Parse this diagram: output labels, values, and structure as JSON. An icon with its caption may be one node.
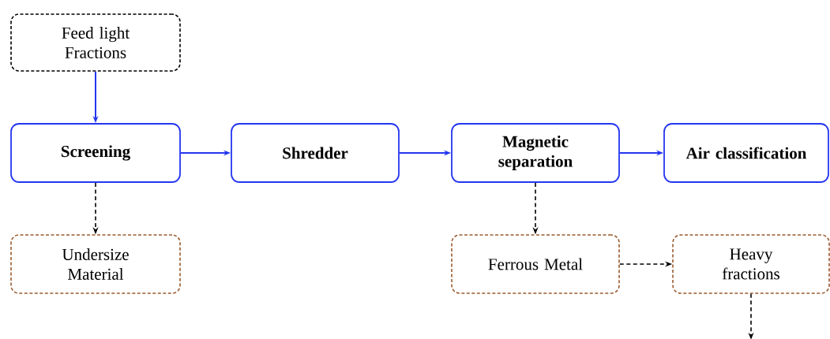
{
  "diagram": {
    "nodes": [
      {
        "text": [
          "Feed light Fractions"
        ]
      },
      {
        "text": [
          "Screening"
        ]
      },
      {
        "text": [
          "Shredder"
        ]
      },
      {
        "text": [
          "Magnetic separation"
        ]
      },
      {
        "text": [
          "Air classification"
        ]
      },
      {
        "text": [
          "Undersize Material"
        ]
      },
      {
        "text": [
          "Ferrous Metal"
        ]
      },
      {
        "text": [
          "Heavy fractions"
        ]
      }
    ],
    "edges": [
      {
        "from": 0,
        "to": 1,
        "arrow": "to"
      },
      {
        "from": 1,
        "to": 2,
        "arrow": "to"
      },
      {
        "from": 2,
        "to": 3,
        "arrow": "to"
      },
      {
        "from": 3,
        "to": 4,
        "arrow": "to"
      },
      {
        "from": 1,
        "to": 5,
        "arrow": "to",
        "style": "dashed",
        "color": "#000000"
      },
      {
        "from": 3,
        "to": 6,
        "arrow": "to",
        "style": "dashed",
        "color": "#000000"
      },
      {
        "from": 6,
        "to": 7,
        "arrow": "to",
        "style": "dashed",
        "color": "#000000"
      },
      {
        "from": 7,
        "to": null,
        "arrow": "to",
        "style": "dashed",
        "color": "#000000"
      }
    ]
  }
}
